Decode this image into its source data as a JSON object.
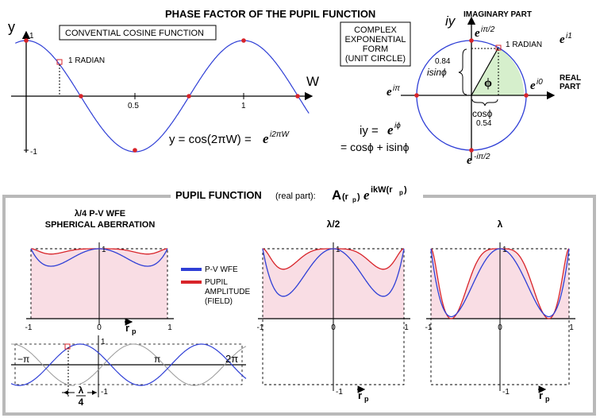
{
  "top": {
    "title": "PHASE FACTOR OF THE PUPIL FUNCTION",
    "cos_box": "CONVENTIAL COSINE FUNCTION",
    "y_axis": "y",
    "w_axis": "W",
    "one_radian": "1 RADIAN",
    "tick_1": "1",
    "tick_m1": "-1",
    "tick_05": "0.5",
    "tick_1x": "1",
    "cos_eq_left": "y = cos(2πW) = ",
    "cos_eq_e": "e",
    "cos_eq_exp": "i2πW"
  },
  "circle": {
    "box_line1": "COMPLEX",
    "box_line2": "EXPONENTIAL",
    "box_line3": "FORM",
    "box_line4": "(UNIT CIRCLE)",
    "iy": "iy",
    "imag_label": "IMAGINARY PART",
    "real_label1": "REAL",
    "real_label2": "PART",
    "one_radian": "1 RADIAN",
    "e_ipi2_base": "e",
    "e_ipi2_exp": "iπ/2",
    "e_i1_base": "e",
    "e_i1_exp": "i1",
    "e_ipi_base": "e",
    "e_ipi_exp": "iπ",
    "e_i0_base": "e",
    "e_i0_exp": "i0",
    "e_mipi2_base": "e",
    "e_mipi2_exp": "-iπ/2",
    "sin_val": "0.84",
    "sin_label": "isinϕ",
    "phi": "ϕ",
    "cos_label": "cosϕ",
    "cos_val": "0.54",
    "eq1_left": "iy = ",
    "eq1_e": "e",
    "eq1_exp": "iϕ",
    "eq2": "= cosϕ + isinϕ"
  },
  "bottom": {
    "header_main": "PUPIL FUNCTION",
    "header_sub": "(real part):",
    "header_A": "A",
    "header_rp": "(r",
    "header_rp_sub": "p",
    "header_rp_close": ")",
    "header_e": "e",
    "header_exp": "ikW(r",
    "header_exp_sub": "p",
    "header_exp_close": ")",
    "panel1_title1": "λ/4 P-V WFE",
    "panel1_title2": "SPHERICAL ABERRATION",
    "panel2_title": "λ/2",
    "panel3_title": "λ",
    "legend_wfe": "P-V WFE",
    "legend_amp1": "PUPIL",
    "legend_amp2": "AMPLITUDE",
    "legend_amp3": "(FIELD)",
    "tick_m1": "-1",
    "tick_0": "0",
    "tick_1": "1",
    "tick_top": "1",
    "tick_bot": "-1",
    "rp_r": "r",
    "rp_sub": "p",
    "mpi": "−π",
    "pi": "π",
    "twopi": "2π",
    "lambda4_num": "λ",
    "lambda4_den": "4"
  },
  "colors": {
    "blue": "#2f3fd6",
    "red": "#d8242a",
    "pink_fill": "#f9dde4",
    "green_fill": "#d6efcc",
    "frame": "#b9b9b9"
  }
}
